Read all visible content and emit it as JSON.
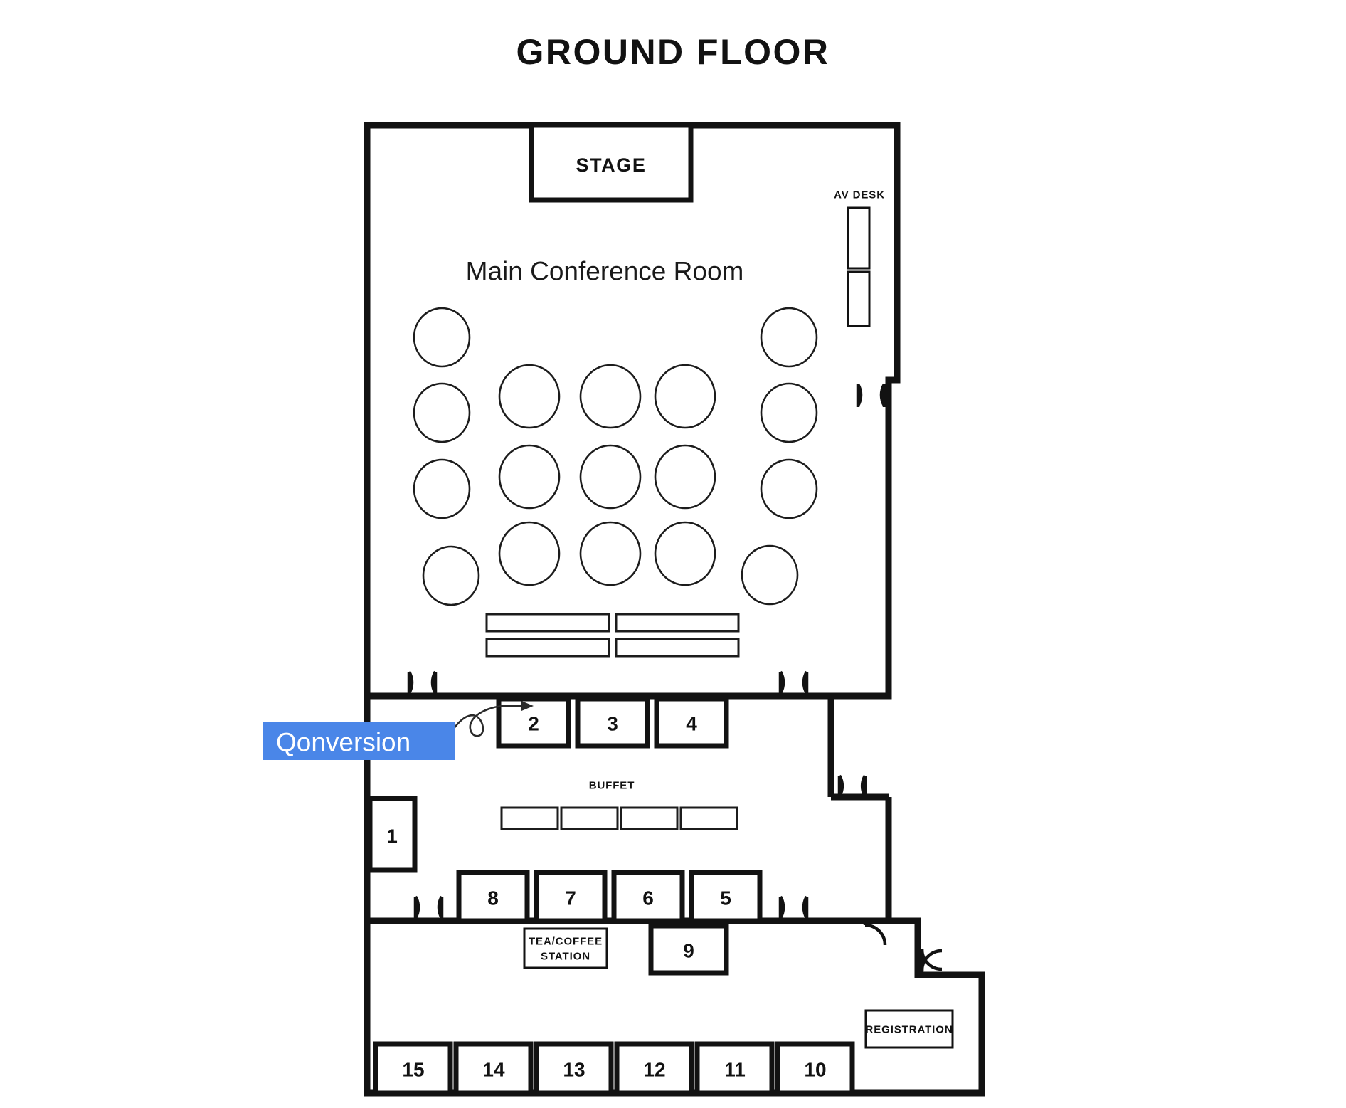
{
  "page": {
    "title": "GROUND FLOOR",
    "background_color": "#ffffff",
    "ink_color": "#121212"
  },
  "rooms": {
    "main_conference_room": {
      "label": "Main Conference Room",
      "stage_label": "STAGE",
      "av_desk_label": "AV DESK",
      "round_tables_count": 17,
      "rect_tables_count": 4
    },
    "buffet": {
      "label": "BUFFET",
      "tables_count": 4
    },
    "tea_coffee": {
      "label_line1": "TEA/COFFEE",
      "label_line2": "STATION"
    },
    "registration": {
      "label": "REGISTRATION"
    }
  },
  "booths": {
    "row_top": [
      {
        "id": "booth-2",
        "number": "2"
      },
      {
        "id": "booth-3",
        "number": "3"
      },
      {
        "id": "booth-4",
        "number": "4"
      }
    ],
    "left_single": [
      {
        "id": "booth-1",
        "number": "1"
      }
    ],
    "row_middle": [
      {
        "id": "booth-8",
        "number": "8"
      },
      {
        "id": "booth-7",
        "number": "7"
      },
      {
        "id": "booth-6",
        "number": "6"
      },
      {
        "id": "booth-5",
        "number": "5"
      }
    ],
    "row_nine": [
      {
        "id": "booth-9",
        "number": "9"
      }
    ],
    "row_bottom": [
      {
        "id": "booth-15",
        "number": "15"
      },
      {
        "id": "booth-14",
        "number": "14"
      },
      {
        "id": "booth-13",
        "number": "13"
      },
      {
        "id": "booth-12",
        "number": "12"
      },
      {
        "id": "booth-11",
        "number": "11"
      },
      {
        "id": "booth-10",
        "number": "10"
      }
    ]
  },
  "callout": {
    "label": "Qonversion",
    "highlight_color": "#4a86e8",
    "text_color": "#ffffff",
    "points_to_booth": "2"
  }
}
